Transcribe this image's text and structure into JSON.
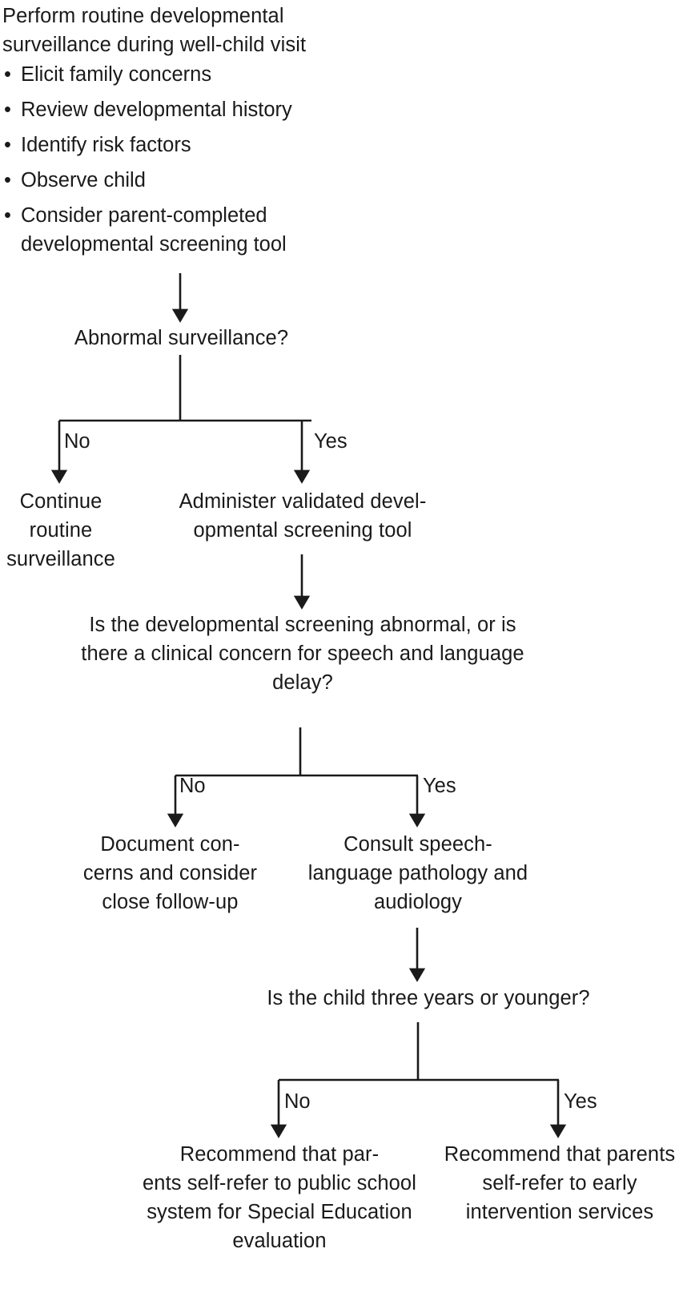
{
  "chart_data": {
    "type": "diagram",
    "title": "Developmental surveillance and speech-language screening algorithm",
    "line_color": "#1a1a1a",
    "background_color": "#ffffff"
  },
  "intro": {
    "paragraph": "Perform routine developmental surveillance during well-child visit",
    "bullet_glyph": "•",
    "bullets": [
      "Elicit family concerns",
      "Review developmental history",
      "Identify risk factors",
      "Observe child",
      "Consider parent-completed developmental screening tool"
    ]
  },
  "nodes": {
    "q_abnormal_surveillance": "Abnormal surveillance?",
    "a_continue_routine": "Continue routine surveillance",
    "a_administer_tool": "Administer validated devel-\nopmental screening tool",
    "q_screening_abnormal": "Is the developmental screening abnormal, or is there a clinical concern for speech and language delay?",
    "a_document_concerns": "Document con-\ncerns and consider close follow-up",
    "a_consult_slp": "Consult speech-\nlanguage pathology and audiology",
    "q_three_years": "Is the child three years or younger?",
    "a_public_school": "Recommend that par-\nents self-refer to public school system for Special Education evaluation",
    "a_early_intervention": "Recommend that parents self-refer to early intervention services"
  },
  "edge_labels": {
    "no_1": "No",
    "yes_1": "Yes",
    "no_2": "No",
    "yes_2": "Yes",
    "no_3": "No",
    "yes_3": "Yes"
  }
}
